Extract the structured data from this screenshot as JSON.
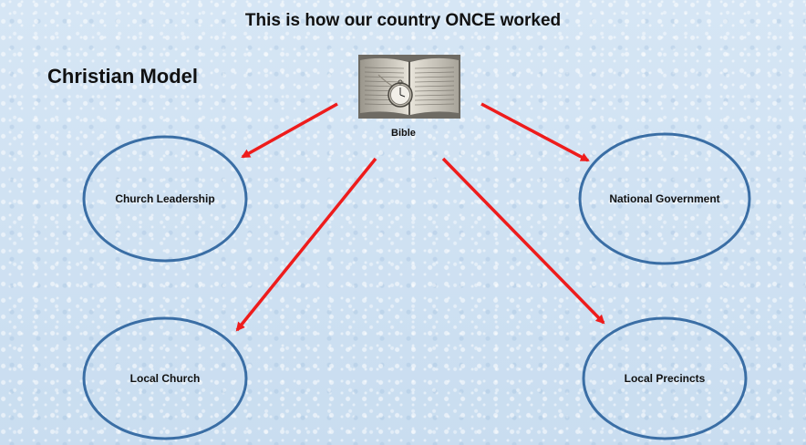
{
  "slide": {
    "title": "This is how our country ONCE worked",
    "model_label": "Christian Model",
    "center": {
      "label": "Bible",
      "icon": "bible-with-pocket-watch-image"
    },
    "nodes": {
      "church_leadership": "Church Leadership",
      "national_government": "National Government",
      "local_church": "Local Church",
      "local_precincts": "Local Precincts"
    },
    "colors": {
      "arrow": "#ee1c1c",
      "ellipse_stroke": "#3a6ea5",
      "background": "#cfe2f3"
    }
  }
}
